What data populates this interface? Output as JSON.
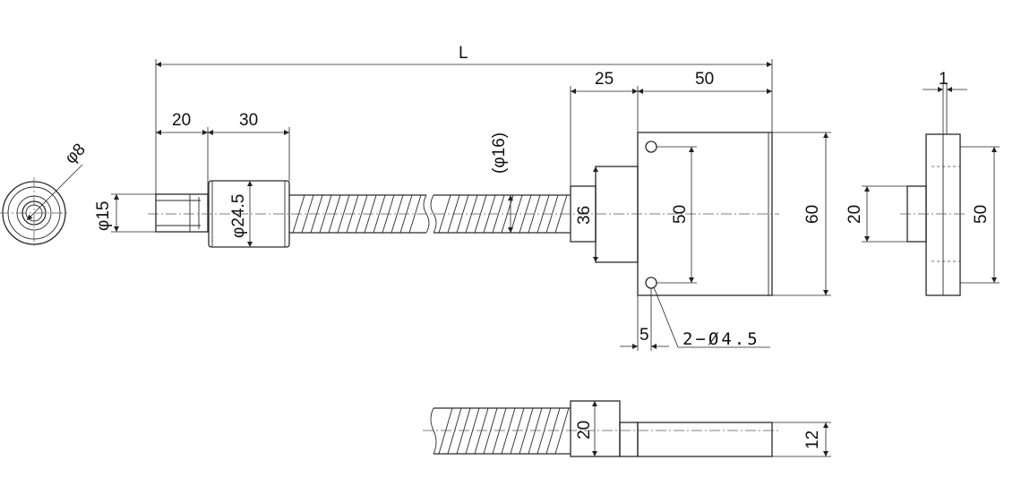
{
  "drawing": {
    "dimensions": {
      "overall_length": "L",
      "end_length": "20",
      "nut_length": "30",
      "bracket_offset": "25",
      "motor_length": "50",
      "thickness": "1",
      "end_diameter": "φ15",
      "bore_diameter": "φ8",
      "nut_diameter": "φ24.5",
      "screw_diameter": "(φ16)",
      "flange_boss": "36",
      "hole_pitch": "50",
      "body_height": "60",
      "side_boss": "20",
      "side_pitch": "50",
      "hole_edge": "5",
      "holes": "2−Ø4.5",
      "bottom_block": "20",
      "bottom_shaft": "12"
    }
  }
}
